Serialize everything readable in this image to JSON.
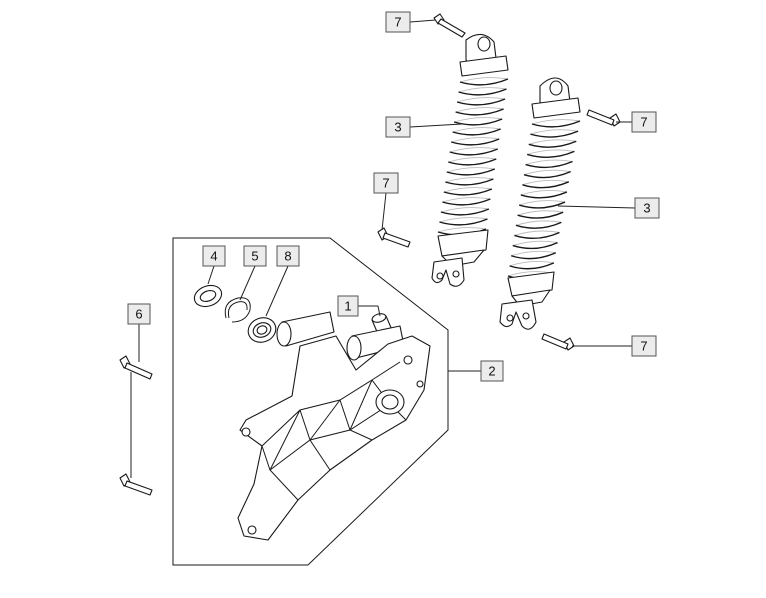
{
  "diagram": {
    "callouts": [
      {
        "id": "bushing",
        "label": "1"
      },
      {
        "id": "swingarm-bracket",
        "label": "2"
      },
      {
        "id": "shock-left",
        "label": "3"
      },
      {
        "id": "shock-right",
        "label": "3"
      },
      {
        "id": "washer",
        "label": "4"
      },
      {
        "id": "circlip",
        "label": "5"
      },
      {
        "id": "bearing",
        "label": "8"
      },
      {
        "id": "bolt-pair",
        "label": "6"
      },
      {
        "id": "bolt-top",
        "label": "7"
      },
      {
        "id": "bolt-mid",
        "label": "7"
      },
      {
        "id": "bolt-right-upper",
        "label": "7"
      },
      {
        "id": "bolt-right-lower",
        "label": "7"
      }
    ]
  }
}
